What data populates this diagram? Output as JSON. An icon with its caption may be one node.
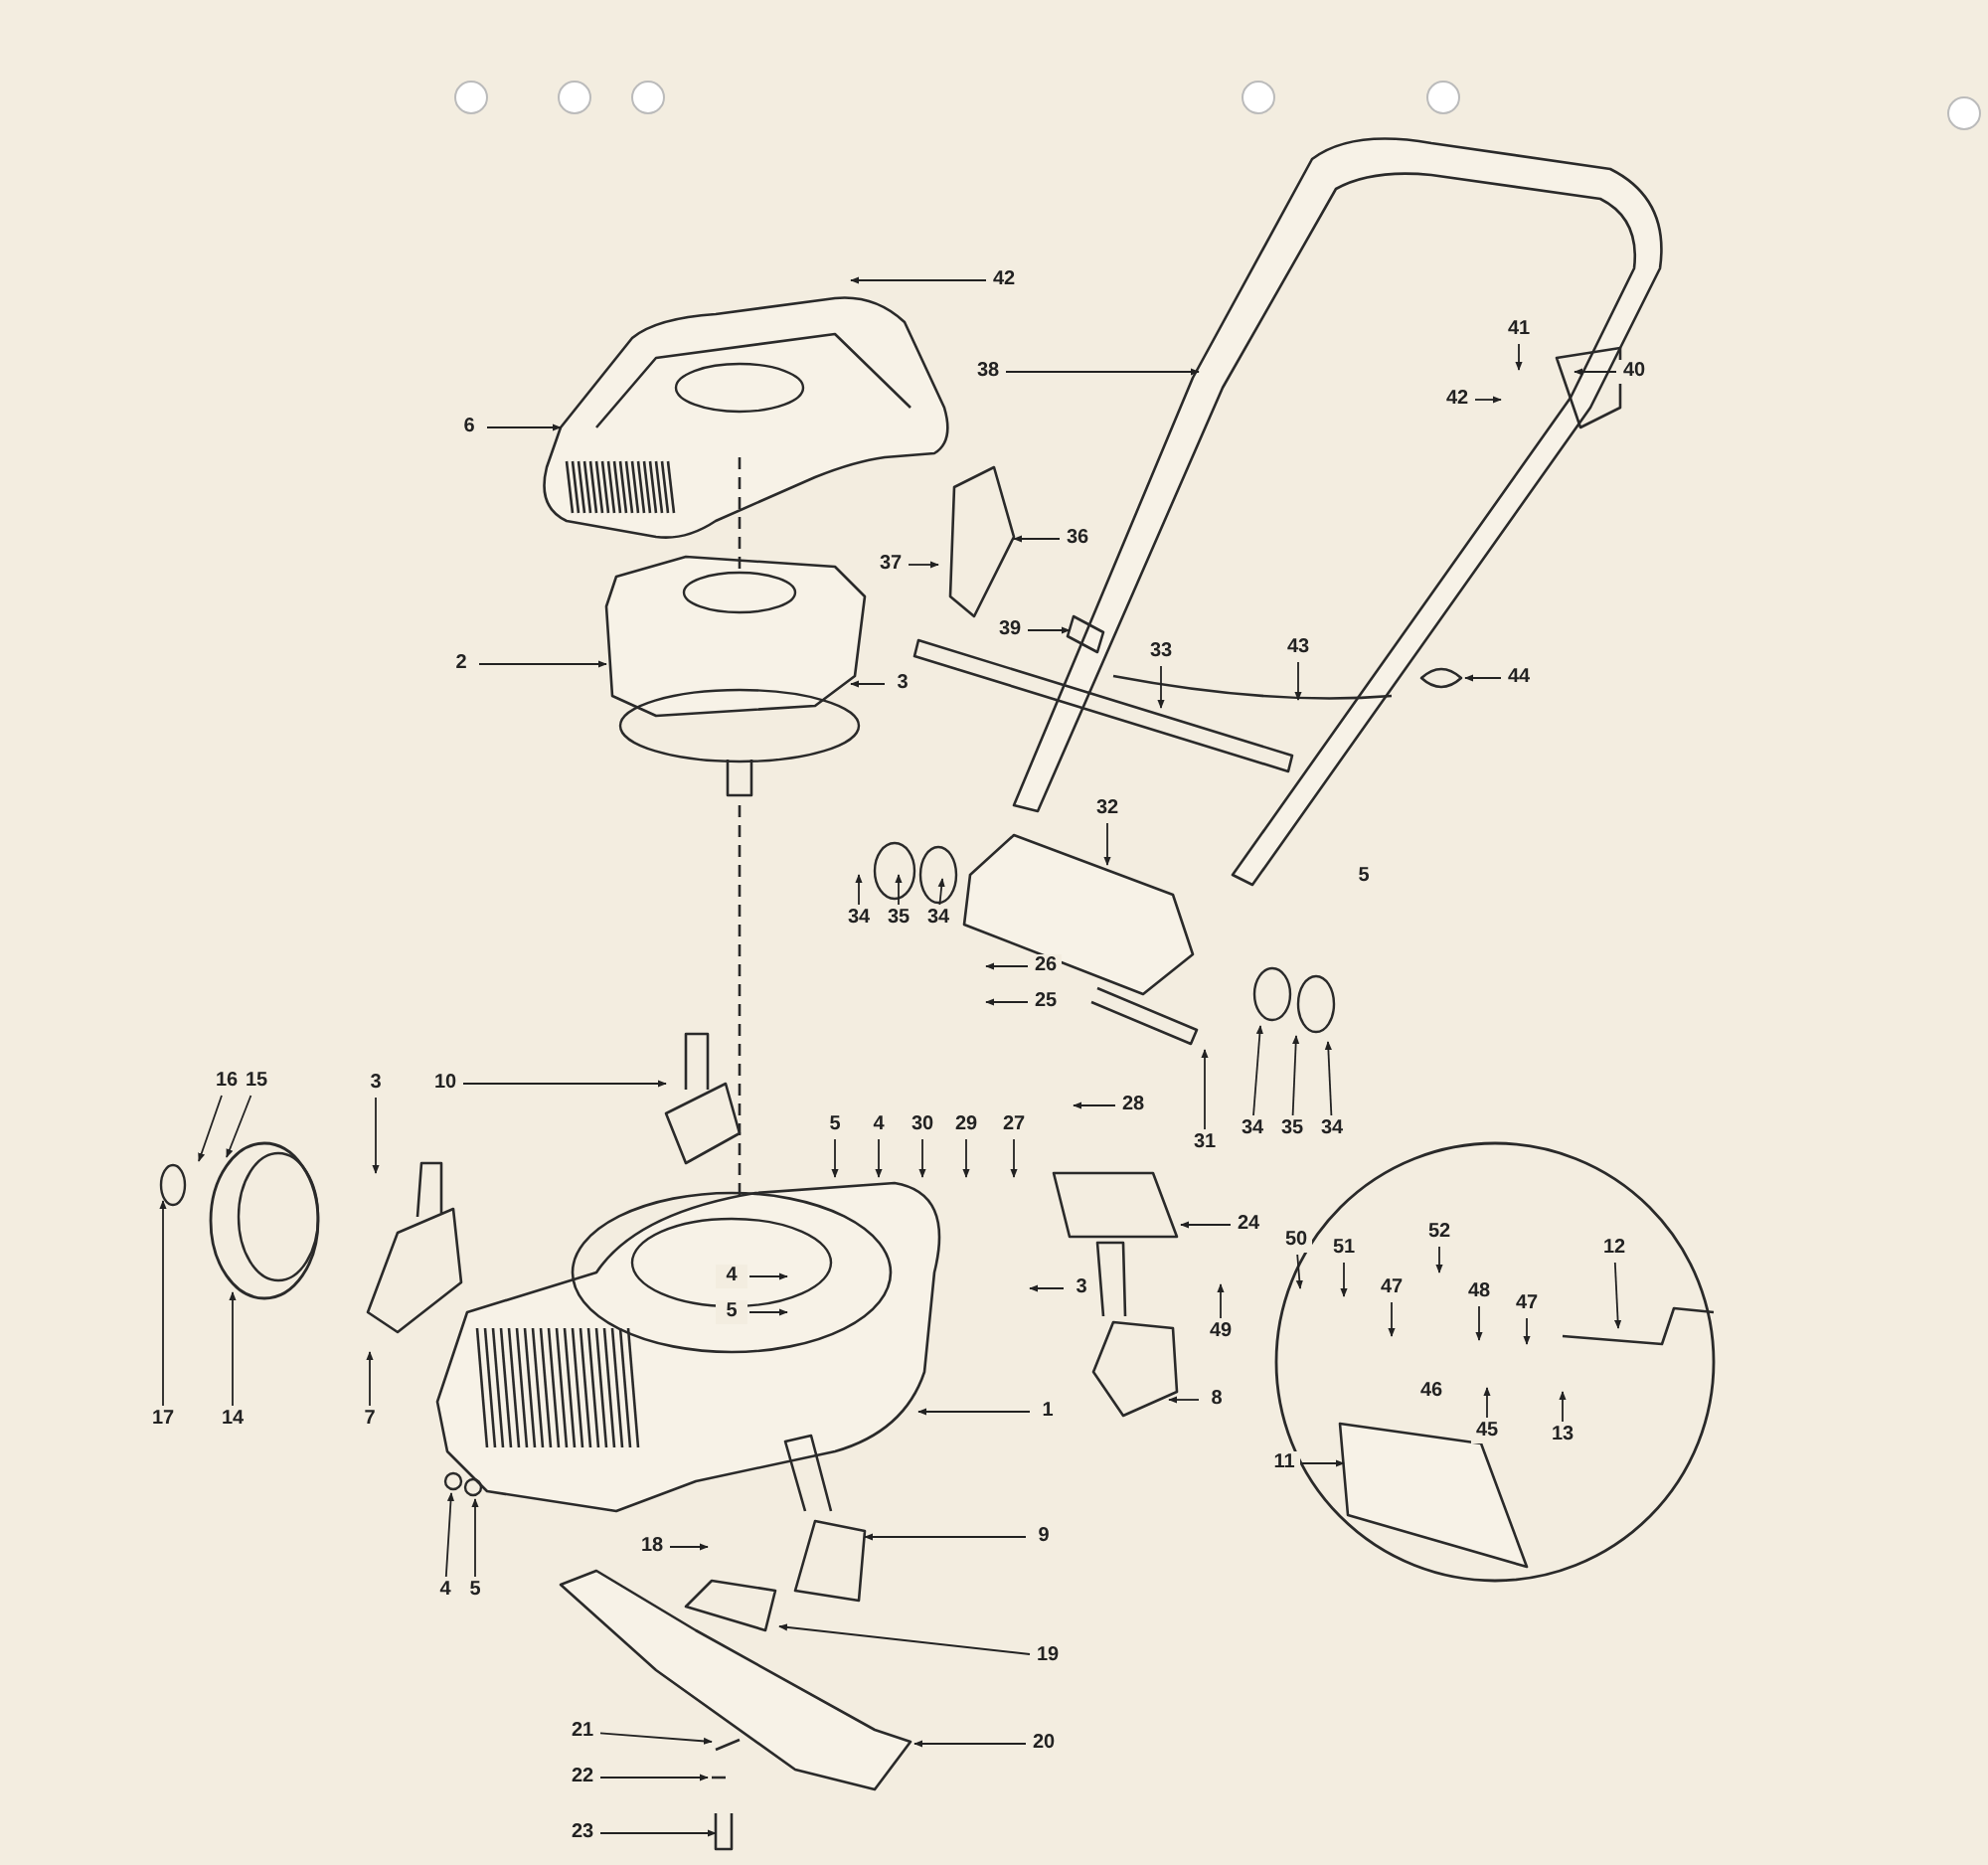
{
  "diagram": {
    "nodes": [
      {
        "text": [
          "42"
        ]
      },
      {
        "text": [
          "6"
        ]
      },
      {
        "text": [
          "38"
        ]
      },
      {
        "text": [
          "41"
        ]
      },
      {
        "text": [
          "40"
        ]
      },
      {
        "text": [
          "42"
        ]
      },
      {
        "text": [
          "36"
        ]
      },
      {
        "text": [
          "37"
        ]
      },
      {
        "text": [
          "39"
        ]
      },
      {
        "text": [
          "2"
        ]
      },
      {
        "text": [
          "3"
        ]
      },
      {
        "text": [
          "33"
        ]
      },
      {
        "text": [
          "43"
        ]
      },
      {
        "text": [
          "44"
        ]
      },
      {
        "text": [
          "32"
        ]
      },
      {
        "text": [
          "34"
        ]
      },
      {
        "text": [
          "35"
        ]
      },
      {
        "text": [
          "34"
        ]
      },
      {
        "text": [
          "26"
        ]
      },
      {
        "text": [
          "25"
        ]
      },
      {
        "text": [
          "28"
        ]
      },
      {
        "text": [
          "31"
        ]
      },
      {
        "text": [
          "34"
        ]
      },
      {
        "text": [
          "35"
        ]
      },
      {
        "text": [
          "34"
        ]
      },
      {
        "text": [
          "16"
        ]
      },
      {
        "text": [
          "15"
        ]
      },
      {
        "text": [
          "3"
        ]
      },
      {
        "text": [
          "10"
        ]
      },
      {
        "text": [
          "5"
        ]
      },
      {
        "text": [
          "4"
        ]
      },
      {
        "text": [
          "30"
        ]
      },
      {
        "text": [
          "29"
        ]
      },
      {
        "text": [
          "27"
        ]
      },
      {
        "text": [
          "24"
        ]
      },
      {
        "text": [
          "3"
        ]
      },
      {
        "text": [
          "4"
        ]
      },
      {
        "text": [
          "5"
        ]
      },
      {
        "text": [
          "8"
        ]
      },
      {
        "text": [
          "17"
        ]
      },
      {
        "text": [
          "14"
        ]
      },
      {
        "text": [
          "7"
        ]
      },
      {
        "text": [
          "1"
        ]
      },
      {
        "text": [
          "4"
        ]
      },
      {
        "text": [
          "5"
        ]
      },
      {
        "text": [
          "18"
        ]
      },
      {
        "text": [
          "9"
        ]
      },
      {
        "text": [
          "19"
        ]
      },
      {
        "text": [
          "21"
        ]
      },
      {
        "text": [
          "22"
        ]
      },
      {
        "text": [
          "23"
        ]
      },
      {
        "text": [
          "20"
        ]
      },
      {
        "text": [
          "49"
        ]
      },
      {
        "text": [
          "50"
        ]
      },
      {
        "text": [
          "51"
        ]
      },
      {
        "text": [
          "52"
        ]
      },
      {
        "text": [
          "47"
        ]
      },
      {
        "text": [
          "48"
        ]
      },
      {
        "text": [
          "47"
        ]
      },
      {
        "text": [
          "12"
        ]
      },
      {
        "text": [
          "11"
        ]
      },
      {
        "text": [
          "45"
        ]
      },
      {
        "text": [
          "13"
        ]
      }
    ],
    "edges": [
      {
        "from": 0,
        "to": null,
        "arrow": "to"
      },
      {
        "from": 1,
        "to": null,
        "arrow": "to"
      },
      {
        "from": 2,
        "to": null,
        "arrow": "to"
      },
      {
        "from": 3,
        "to": null,
        "arrow": "to"
      },
      {
        "from": 4,
        "to": null,
        "arrow": "to"
      },
      {
        "from": 5,
        "to": null,
        "arrow": "to"
      },
      {
        "from": 6,
        "to": null,
        "arrow": "to"
      },
      {
        "from": 7,
        "to": null,
        "arrow": "to"
      },
      {
        "from": 8,
        "to": null,
        "arrow": "to"
      },
      {
        "from": 9,
        "to": null,
        "arrow": "to"
      },
      {
        "from": 10,
        "to": null,
        "arrow": "to"
      },
      {
        "from": 11,
        "to": null,
        "arrow": "to"
      },
      {
        "from": 12,
        "to": null,
        "arrow": "to"
      },
      {
        "from": 13,
        "to": null,
        "arrow": "to"
      },
      {
        "from": 14,
        "to": null,
        "arrow": "to"
      },
      {
        "from": 15,
        "to": null,
        "arrow": "to"
      },
      {
        "from": 16,
        "to": null,
        "arrow": "to"
      },
      {
        "from": 17,
        "to": null,
        "arrow": "to"
      },
      {
        "from": 18,
        "to": null,
        "arrow": "to"
      },
      {
        "from": 19,
        "to": null,
        "arrow": "to"
      },
      {
        "from": 20,
        "to": null,
        "arrow": "to"
      },
      {
        "from": 21,
        "to": null,
        "arrow": "to"
      },
      {
        "from": 22,
        "to": null,
        "arrow": "to"
      },
      {
        "from": 23,
        "to": null,
        "arrow": "to"
      },
      {
        "from": 24,
        "to": null,
        "arrow": "to"
      },
      {
        "from": 25,
        "to": null,
        "arrow": "to"
      },
      {
        "from": 26,
        "to": null,
        "arrow": "to"
      },
      {
        "from": 27,
        "to": null,
        "arrow": "to"
      },
      {
        "from": 28,
        "to": null,
        "arrow": "to"
      },
      {
        "from": 29,
        "to": null,
        "arrow": "to"
      },
      {
        "from": 30,
        "to": null,
        "arrow": "to"
      },
      {
        "from": 31,
        "to": null,
        "arrow": "to"
      },
      {
        "from": 32,
        "to": null,
        "arrow": "to"
      },
      {
        "from": 33,
        "to": null,
        "arrow": "to"
      },
      {
        "from": 34,
        "to": null,
        "arrow": "to"
      },
      {
        "from": 35,
        "to": null,
        "arrow": "to"
      },
      {
        "from": 36,
        "to": null,
        "arrow": "to"
      },
      {
        "from": 37,
        "to": null,
        "arrow": "to"
      },
      {
        "from": 38,
        "to": null,
        "arrow": "to"
      },
      {
        "from": 39,
        "to": null,
        "arrow": "to"
      },
      {
        "from": 40,
        "to": null,
        "arrow": "to"
      },
      {
        "from": 41,
        "to": null,
        "arrow": "to"
      },
      {
        "from": 42,
        "to": null,
        "arrow": "to"
      },
      {
        "from": 43,
        "to": null,
        "arrow": "to"
      },
      {
        "from": 44,
        "to": null,
        "arrow": "to"
      },
      {
        "from": 45,
        "to": null,
        "arrow": "to"
      },
      {
        "from": 46,
        "to": null,
        "arrow": "to"
      },
      {
        "from": 47,
        "to": null,
        "arrow": "to"
      },
      {
        "from": 48,
        "to": null,
        "arrow": "to"
      },
      {
        "from": 49,
        "to": null,
        "arrow": "to"
      },
      {
        "from": 50,
        "to": null,
        "arrow": "to"
      },
      {
        "from": 51,
        "to": null,
        "arrow": "to"
      },
      {
        "from": 52,
        "to": null,
        "arrow": "to"
      },
      {
        "from": 53,
        "to": null,
        "arrow": "to"
      },
      {
        "from": 54,
        "to": null,
        "arrow": "to"
      },
      {
        "from": 55,
        "to": null,
        "arrow": "to"
      },
      {
        "from": 56,
        "to": null,
        "arrow": "to"
      },
      {
        "from": 57,
        "to": null,
        "arrow": "to"
      },
      {
        "from": 58,
        "to": null,
        "arrow": "to"
      },
      {
        "from": 59,
        "to": null,
        "arrow": "to"
      },
      {
        "from": 60,
        "to": null,
        "arrow": "to"
      },
      {
        "from": 61,
        "to": null,
        "arrow": "to"
      },
      {
        "from": 62,
        "to": null,
        "arrow": "to"
      }
    ],
    "labels": [
      "5",
      "46"
    ]
  }
}
